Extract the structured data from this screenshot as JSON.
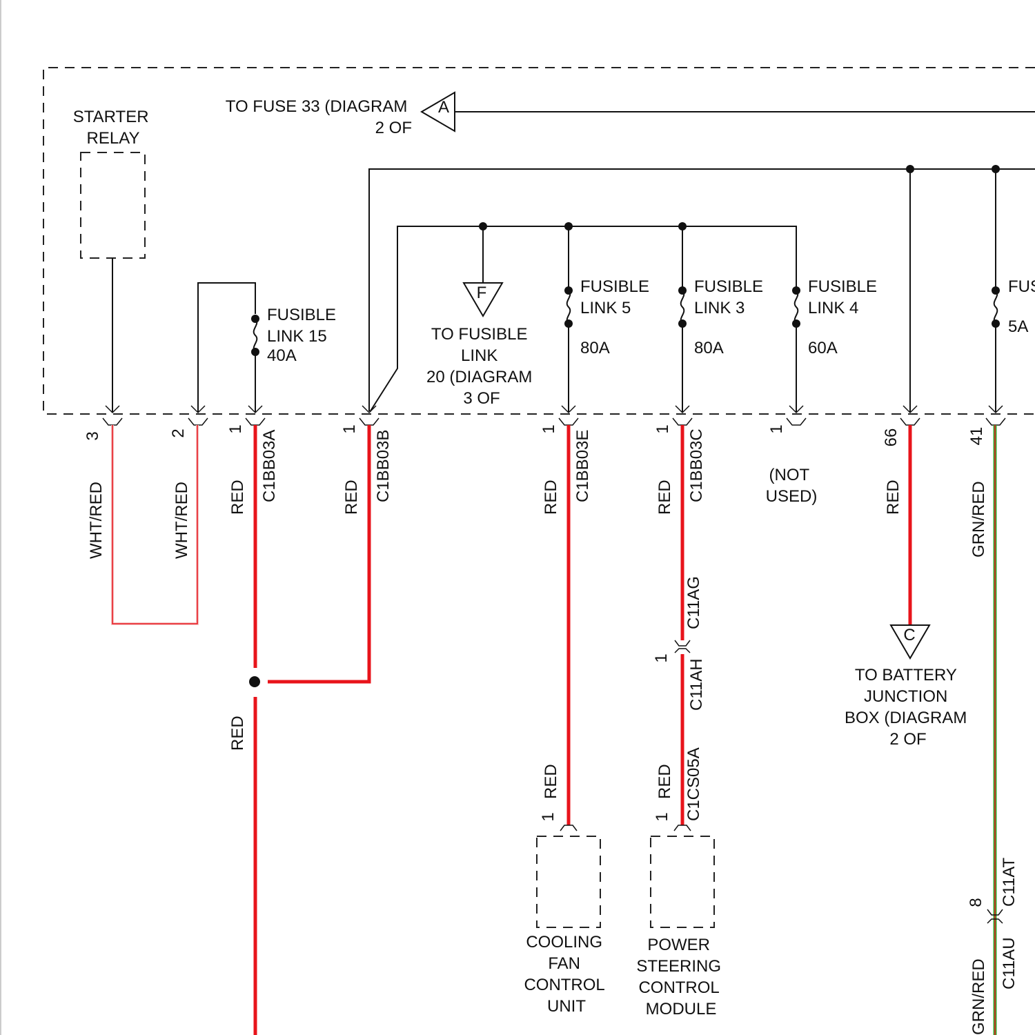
{
  "colors": {
    "wire_red": "#e8141b",
    "wire_green": "#39a833",
    "wire_white_red": "#f4c6c6",
    "ink": "#111111"
  },
  "labels": {
    "starter_relay": [
      "STARTER",
      "RELAY"
    ],
    "to_fuse_33": [
      "TO FUSE 33 (DIAGRAM",
      "2 OF"
    ],
    "offpage_a": "A",
    "offpage_f": "F",
    "offpage_c": "C",
    "to_fusible_link_20": [
      "TO FUSIBLE",
      "LINK",
      "20 (DIAGRAM",
      "3 OF"
    ],
    "fusible_link_15": [
      "FUSIBLE",
      "LINK 15",
      "40A"
    ],
    "fusible_link_5": [
      "FUSIBLE",
      "LINK 5",
      "80A"
    ],
    "fusible_link_3": [
      "FUSIBLE",
      "LINK 3",
      "80A"
    ],
    "fusible_link_4": [
      "FUSIBLE",
      "LINK 4",
      "60A"
    ],
    "fusible_partial": [
      "FUS",
      "5A"
    ],
    "not_used": [
      "(NOT",
      "USED)"
    ],
    "to_battery_junction": [
      "TO BATTERY",
      "JUNCTION",
      "BOX (DIAGRAM",
      "2 OF"
    ],
    "cooling_fan": [
      "COOLING",
      "FAN",
      "CONTROL",
      "UNIT"
    ],
    "power_steering": [
      "POWER",
      "STEERING",
      "CONTROL",
      "MODULE"
    ]
  },
  "pins": {
    "p3": "3",
    "p2": "2",
    "p1a": "1",
    "p1b": "1",
    "p1e": "1",
    "p1c": "1",
    "p1nu": "1",
    "p66": "66",
    "p41": "41",
    "p1ah": "1",
    "p1fan": "1",
    "p1ps": "1",
    "p8": "8"
  },
  "connectors": {
    "c1bb03a": "C1BB03A",
    "c1bb03b": "C1BB03B",
    "c1bb03e": "C1BB03E",
    "c1bb03c": "C1BB03C",
    "c11ag": "C11AG",
    "c11ah": "C11AH",
    "c1cs05a": "C1CS05A",
    "c11at": "C11AT",
    "c11au": "C11AU"
  },
  "wire_colors": {
    "wht_red_3": "WHT/RED",
    "wht_red_2": "WHT/RED",
    "red_a": "RED",
    "red_b": "RED",
    "red_e": "RED",
    "red_c": "RED",
    "red_66": "RED",
    "grn_red_41": "GRN/RED",
    "red_splice": "RED",
    "red_fan": "RED",
    "red_ps": "RED",
    "grn_red_bottom": "GRN/RED"
  }
}
